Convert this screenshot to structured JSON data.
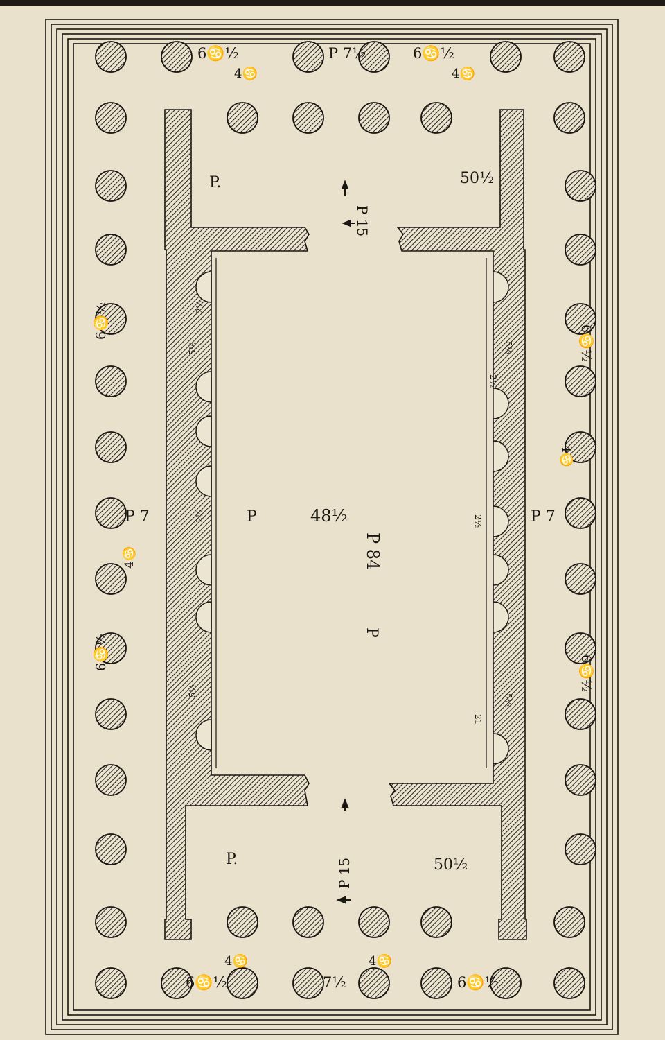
{
  "labels": {
    "top_left_module": "6♋½",
    "top_center_span": "P 7½",
    "top_right_module": "6♋½",
    "top_left_diam": "4♋",
    "top_right_diam": "4♋",
    "top_center_p": "P",
    "pronaos_right_width": "50½",
    "pronaos_depth": "P 15",
    "pronaos_left_p": "P.",
    "cella_length": "P 84",
    "cella_width": "48½",
    "cella_p_left": "P",
    "cella_p_center": "P",
    "side_left_span": "P 7",
    "side_right_span": "P 7",
    "side_left_module_upper": "6♋½",
    "side_left_diam": "4♋",
    "side_left_module_lower": "6♋½",
    "side_right_module_upper": "6♋½",
    "side_right_diam": "4♋",
    "side_right_module_lower": "6♋½",
    "wall_left_a": "2½",
    "wall_left_b": "5½",
    "wall_left_c": "2½",
    "wall_left_d": "5½",
    "wall_right_a": "5½",
    "wall_right_b": "2½",
    "wall_right_c": "2½",
    "wall_right_d": "5½",
    "wall_right_e": "21",
    "posticum_p": "P.",
    "posticum_width": "50½",
    "posticum_depth": "P 15",
    "bottom_left_diam": "4♋",
    "bottom_left_module": "6♋½",
    "bottom_center_span": "7½",
    "bottom_center_diam": "4♋",
    "bottom_right_module": "6♋½"
  },
  "colors": {
    "paper": "#e9e1cc",
    "ink": "#1a1612",
    "hatch": "#3a332b"
  }
}
